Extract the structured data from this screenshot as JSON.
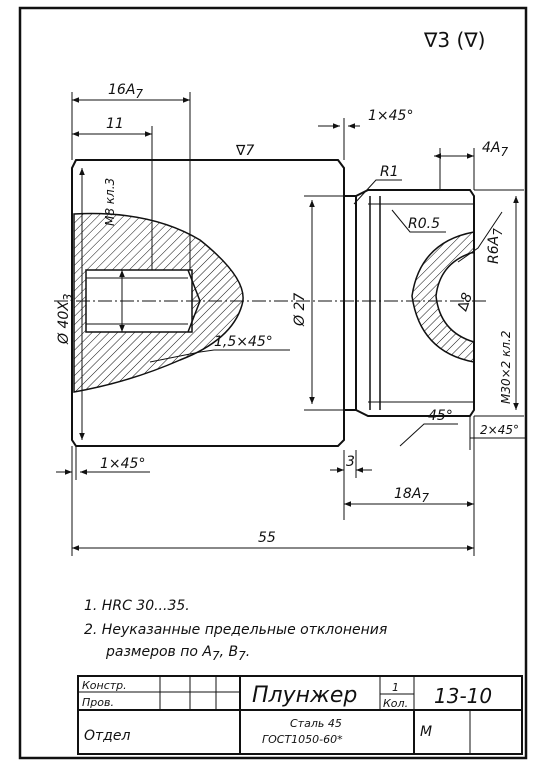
{
  "drawing": {
    "surface_finish": "∇3 (∇)",
    "dimensions": {
      "d_16A7": "16A",
      "d_16A7_sub": "7",
      "d_11": "11",
      "d_roughness_top": "∇7",
      "d_chamfer_top": "1×45°",
      "d_4A7": "4A",
      "d_4A7_sub": "7",
      "d_R1": "R1",
      "d_R05": "R0.5",
      "d_M8": "M8 кл.3",
      "d_dia40": "Ø 40X",
      "d_dia40_sub": "3",
      "d_dia27": "Ø 27",
      "d_R6A7": "R6A",
      "d_R6A7_sub": "7",
      "d_delta8": "∆8",
      "d_M30": "M30×2 кл.2",
      "d_chamfer_mid": "1,5×45°",
      "d_45deg": "45°",
      "d_chamfer_right": "2×45°",
      "d_chamfer_bottom": "1×45°",
      "d_3": "3",
      "d_18A7": "18A",
      "d_18A7_sub": "7",
      "d_55": "55"
    }
  },
  "notes": {
    "n1": "1.  HRC 30...35.",
    "n2a": "2.  Неуказанные предельные отклонения",
    "n2b": "размеров по A",
    "n2b_sub1": "7",
    "n2b_mid": ", B",
    "n2b_sub2": "7",
    "n2b_end": "."
  },
  "title_block": {
    "row_konstr": "Констр.",
    "row_prov": "Пров.",
    "row_otdel": "Отдел",
    "part_name": "Плунжер",
    "qty_value": "1",
    "qty_label": "Кол.",
    "drawing_number": "13-10",
    "material_line1": "Сталь 45",
    "material_line2": "ГОСТ1050-60*",
    "scale_label": "М"
  }
}
